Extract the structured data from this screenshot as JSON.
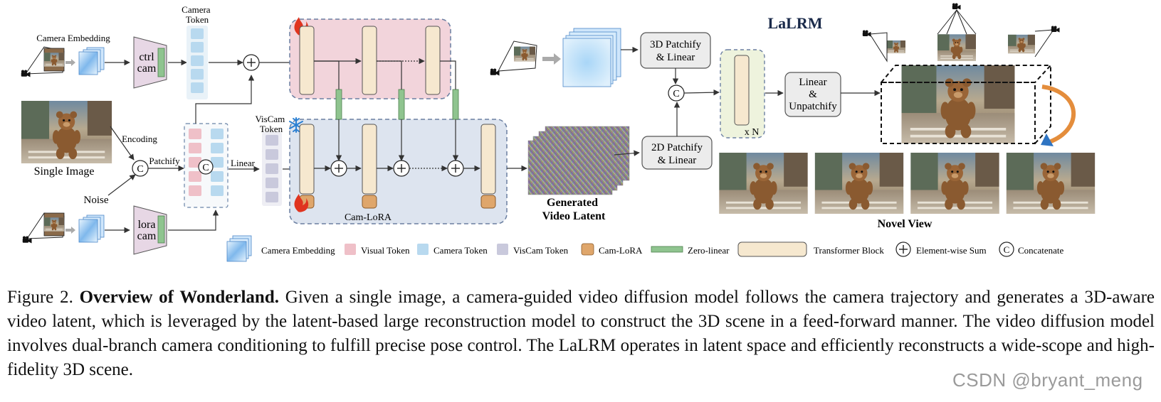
{
  "diagram": {
    "labels": {
      "camera_embedding_top": "Camera Embedding",
      "ctrl": "ctrl",
      "ctrl_cam": "cam",
      "camera_token_l1": "Camera",
      "camera_token_l2": "Token",
      "single_image": "Single Image",
      "encoding": "Encoding",
      "patchify": "Patchify",
      "noise": "Noise",
      "lora": "lora",
      "lora_cam": "cam",
      "linear": "Linear",
      "viscam_l1": "VisCam",
      "viscam_l2": "Token",
      "cam_lora": "Cam-LoRA",
      "generated_l1": "Generated",
      "generated_l2": "Video Latent",
      "patchify3d_l1": "3D Patchify",
      "patchify3d_l2": "& Linear",
      "patchify2d_l1": "2D Patchify",
      "patchify2d_l2": "& Linear",
      "concat_symbol": "C",
      "xn": "x N",
      "lalrm": "LaLRM",
      "lu_l1": "Linear",
      "lu_l2": "&",
      "lu_l3": "Unpatchify",
      "novel_view": "Novel View"
    },
    "legend": [
      {
        "label": "Camera Embedding",
        "color": "#a9d4f5"
      },
      {
        "label": "Visual Token",
        "color": "#efc0c8"
      },
      {
        "label": "Camera Token",
        "color": "#b8d9ef"
      },
      {
        "label": "VisCam Token",
        "color": "#c9c9dc"
      },
      {
        "label": "Cam-LoRA",
        "color": "#dfa66b"
      },
      {
        "label": "Zero-linear",
        "color": "#8fc48f"
      },
      {
        "label": "Transformer Block",
        "color": "#f6e8cf"
      },
      {
        "label": "Element-wise Sum",
        "symbol": "+"
      },
      {
        "label": "Concatenate",
        "symbol": "C"
      }
    ],
    "colors": {
      "pink_panel": "#f2d4db",
      "blue_panel": "#dde4ef",
      "cream": "#f6e8cf",
      "zero_linear": "#8fc48f",
      "cam_lora": "#dfa66b",
      "encoder": "#e7d7e5",
      "gray_box": "#ececec",
      "xn_panel": "#eef3dd",
      "flame": "#e0341f",
      "snowflake": "#2a7fd2"
    }
  },
  "caption": {
    "figure_num": "Figure 2.",
    "title": "Overview of Wonderland.",
    "text": "Given a single image, a camera-guided video diffusion model follows the camera trajectory and generates a 3D-aware video latent, which is leveraged by the latent-based large reconstruction model to construct the 3D scene in a feed-forward manner. The video diffusion model involves dual-branch camera conditioning to fulfill precise pose control. The LaLRM operates in latent space and efficiently reconstructs a wide-scope and high-fidelity 3D scene."
  },
  "watermark": "CSDN @bryant_meng"
}
